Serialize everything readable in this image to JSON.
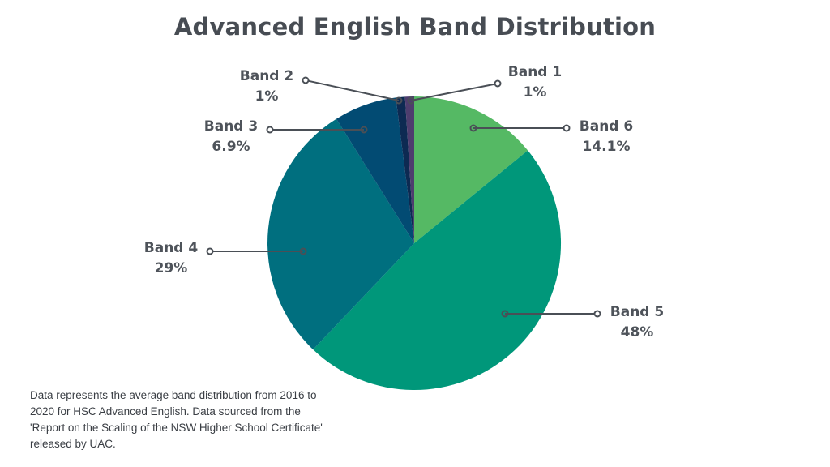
{
  "title": "Advanced English Band Distribution",
  "note": "Data represents the average band distribution from 2016 to 2020 for HSC Advanced English. Data sourced from the 'Report on the Scaling of the NSW Higher School Certificate' released by UAC.",
  "labels": [
    {
      "name": "Band 1",
      "pct": "1%"
    },
    {
      "name": "Band 2",
      "pct": "1%"
    },
    {
      "name": "Band 3",
      "pct": "6.9%"
    },
    {
      "name": "Band 4",
      "pct": "29%"
    },
    {
      "name": "Band 5",
      "pct": "48%"
    },
    {
      "name": "Band 6",
      "pct": "14.1%"
    }
  ],
  "chart_data": {
    "type": "pie",
    "title": "Advanced English Band Distribution",
    "categories": [
      "Band 1",
      "Band 2",
      "Band 3",
      "Band 4",
      "Band 5",
      "Band 6"
    ],
    "values": [
      1,
      1,
      6.9,
      29,
      48,
      14.1
    ],
    "unit": "%",
    "colors": {
      "Band 1": "#4e3d6e",
      "Band 2": "#0d2a52",
      "Band 3": "#024b73",
      "Band 4": "#006f7f",
      "Band 5": "#00977a",
      "Band 6": "#55b964"
    },
    "legend": "callout labels",
    "annotation": "Data represents the average band distribution from 2016 to 2020 for HSC Advanced English. Data sourced from the 'Report on the Scaling of the NSW Higher School Certificate' released by UAC."
  }
}
